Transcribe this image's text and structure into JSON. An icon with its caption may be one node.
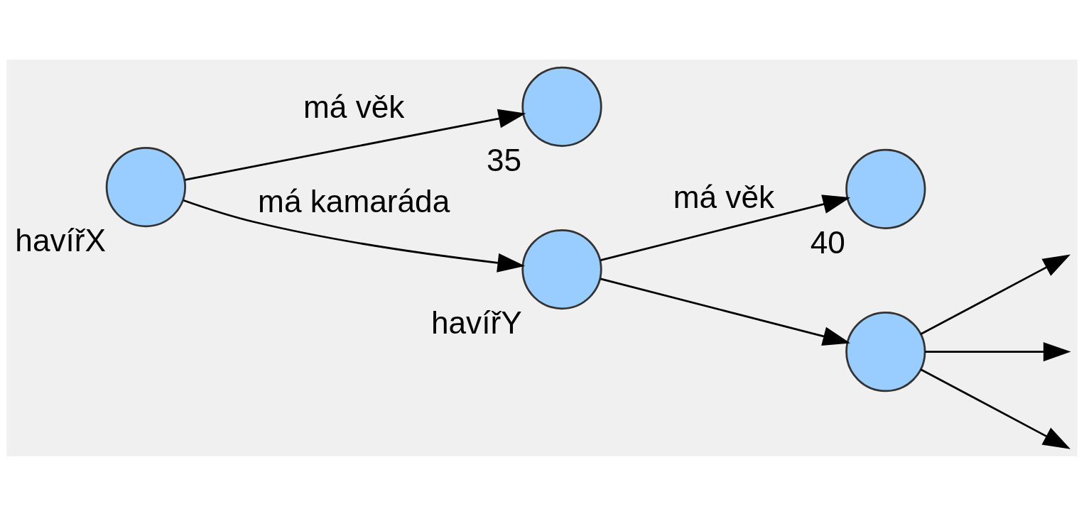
{
  "diagram": {
    "nodes": [
      {
        "text": [
          "havířX"
        ]
      },
      {
        "text": [
          "35"
        ]
      },
      {
        "text": [
          "40"
        ]
      },
      {
        "text": [
          "havířY"
        ]
      },
      {
        "text": [],
        "shape": "circle"
      }
    ],
    "edges": [
      {
        "from": 0,
        "to": 1,
        "arrow": "to",
        "label": "má věk"
      },
      {
        "from": 0,
        "to": 3,
        "arrow": "to",
        "label": "má kamaráda"
      },
      {
        "from": 3,
        "to": 2,
        "arrow": "to",
        "label": "má věk"
      },
      {
        "from": 3,
        "to": 4,
        "arrow": "to"
      },
      {
        "from": 4,
        "to": null,
        "arrow": "to"
      },
      {
        "from": 4,
        "to": null,
        "arrow": "to"
      },
      {
        "from": 4,
        "to": null,
        "arrow": "to"
      }
    ]
  }
}
